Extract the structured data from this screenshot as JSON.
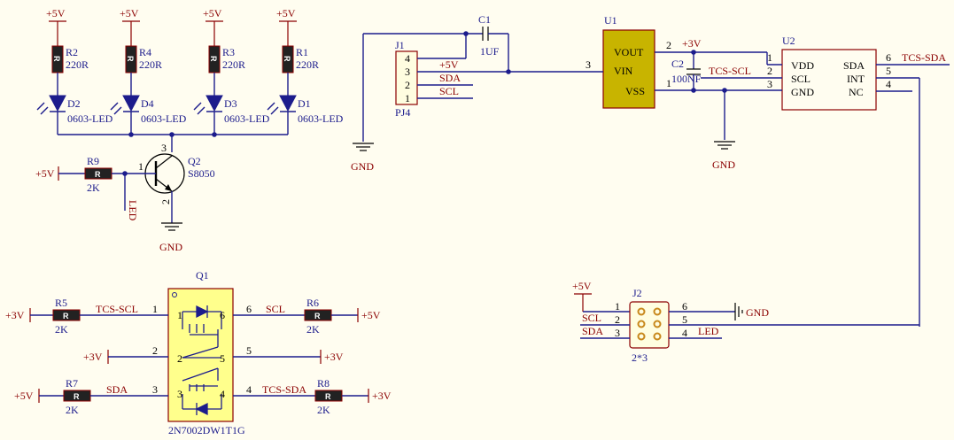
{
  "labels": {
    "p5v": "+5V",
    "p3v": "+3V",
    "gnd": "GND",
    "r220": "220R",
    "r2k": "2K",
    "led_model": "0603-LED",
    "R1": "R1",
    "R2": "R2",
    "R3": "R3",
    "R4": "R4",
    "R5": "R5",
    "R6": "R6",
    "R7": "R7",
    "R8": "R8",
    "R9": "R9",
    "D1": "D1",
    "D2": "D2",
    "D3": "D3",
    "D4": "D4",
    "Q1": "Q1",
    "Q2": "Q2",
    "q2_model": "S8050",
    "q1_model": "2N7002DW1T1G",
    "led_net": "LED",
    "C1": "C1",
    "c1_val": "1UF",
    "C2": "C2",
    "c2_val": "100NF",
    "J1": "J1",
    "PJ4": "PJ4",
    "J2": "J2",
    "j2_type": "2*3",
    "U1": "U1",
    "U2": "U2",
    "vout": "VOUT",
    "vin": "VIN",
    "vss": "VSS",
    "vdd": "VDD",
    "scl": "SCL",
    "gndpin": "GND",
    "sda": "SDA",
    "int": "INT",
    "nc": "NC",
    "sda_net": "SDA",
    "scl_net": "SCL",
    "tcs_scl": "TCS-SCL",
    "tcs_sda": "TCS-SDA",
    "res_glyph": "R",
    "n1": "1",
    "n2": "2",
    "n3": "3",
    "n4": "4",
    "n5": "5",
    "n6": "6"
  }
}
